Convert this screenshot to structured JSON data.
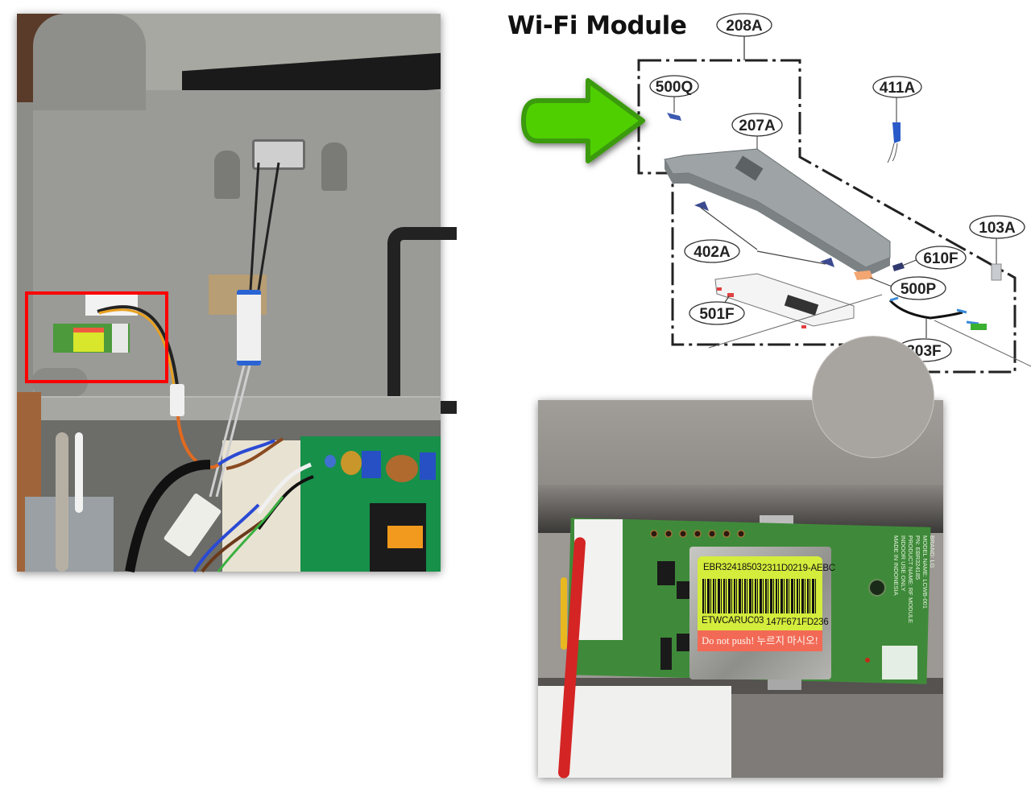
{
  "title": "Wi-Fi Module",
  "diagram": {
    "callouts": {
      "c208A": "208A",
      "c500Q": "500Q",
      "c411A": "411A",
      "c207A": "207A",
      "c103A": "103A",
      "c402A": "402A",
      "c610F": "610F",
      "c500P": "500P",
      "c501F": "501F",
      "c303F": "303F"
    },
    "arrow": {
      "icon": "arrow-right-icon",
      "color": "#4fcf05",
      "border_color": "#3a9a0a"
    }
  },
  "left_photo": {
    "description": "washer control panel housing, Wi-Fi module highlighted",
    "highlight_color": "#ff0000"
  },
  "module_photo": {
    "label": {
      "part_number": "EBR32418503",
      "serial": "2311D0219-AEBC",
      "model_code": "ETWCARUC03",
      "mac": "147F671FD236",
      "warning": "Do not push! 누르지 마시오!"
    },
    "pcb_text": [
      "BRAND: LG",
      "MODEL NAME: LCWB-001",
      "PN: EBR324185",
      "PRODUCT NAME: RF MODULE",
      "INDOOR USE ONLY",
      "MADE IN INDONESIA"
    ]
  }
}
